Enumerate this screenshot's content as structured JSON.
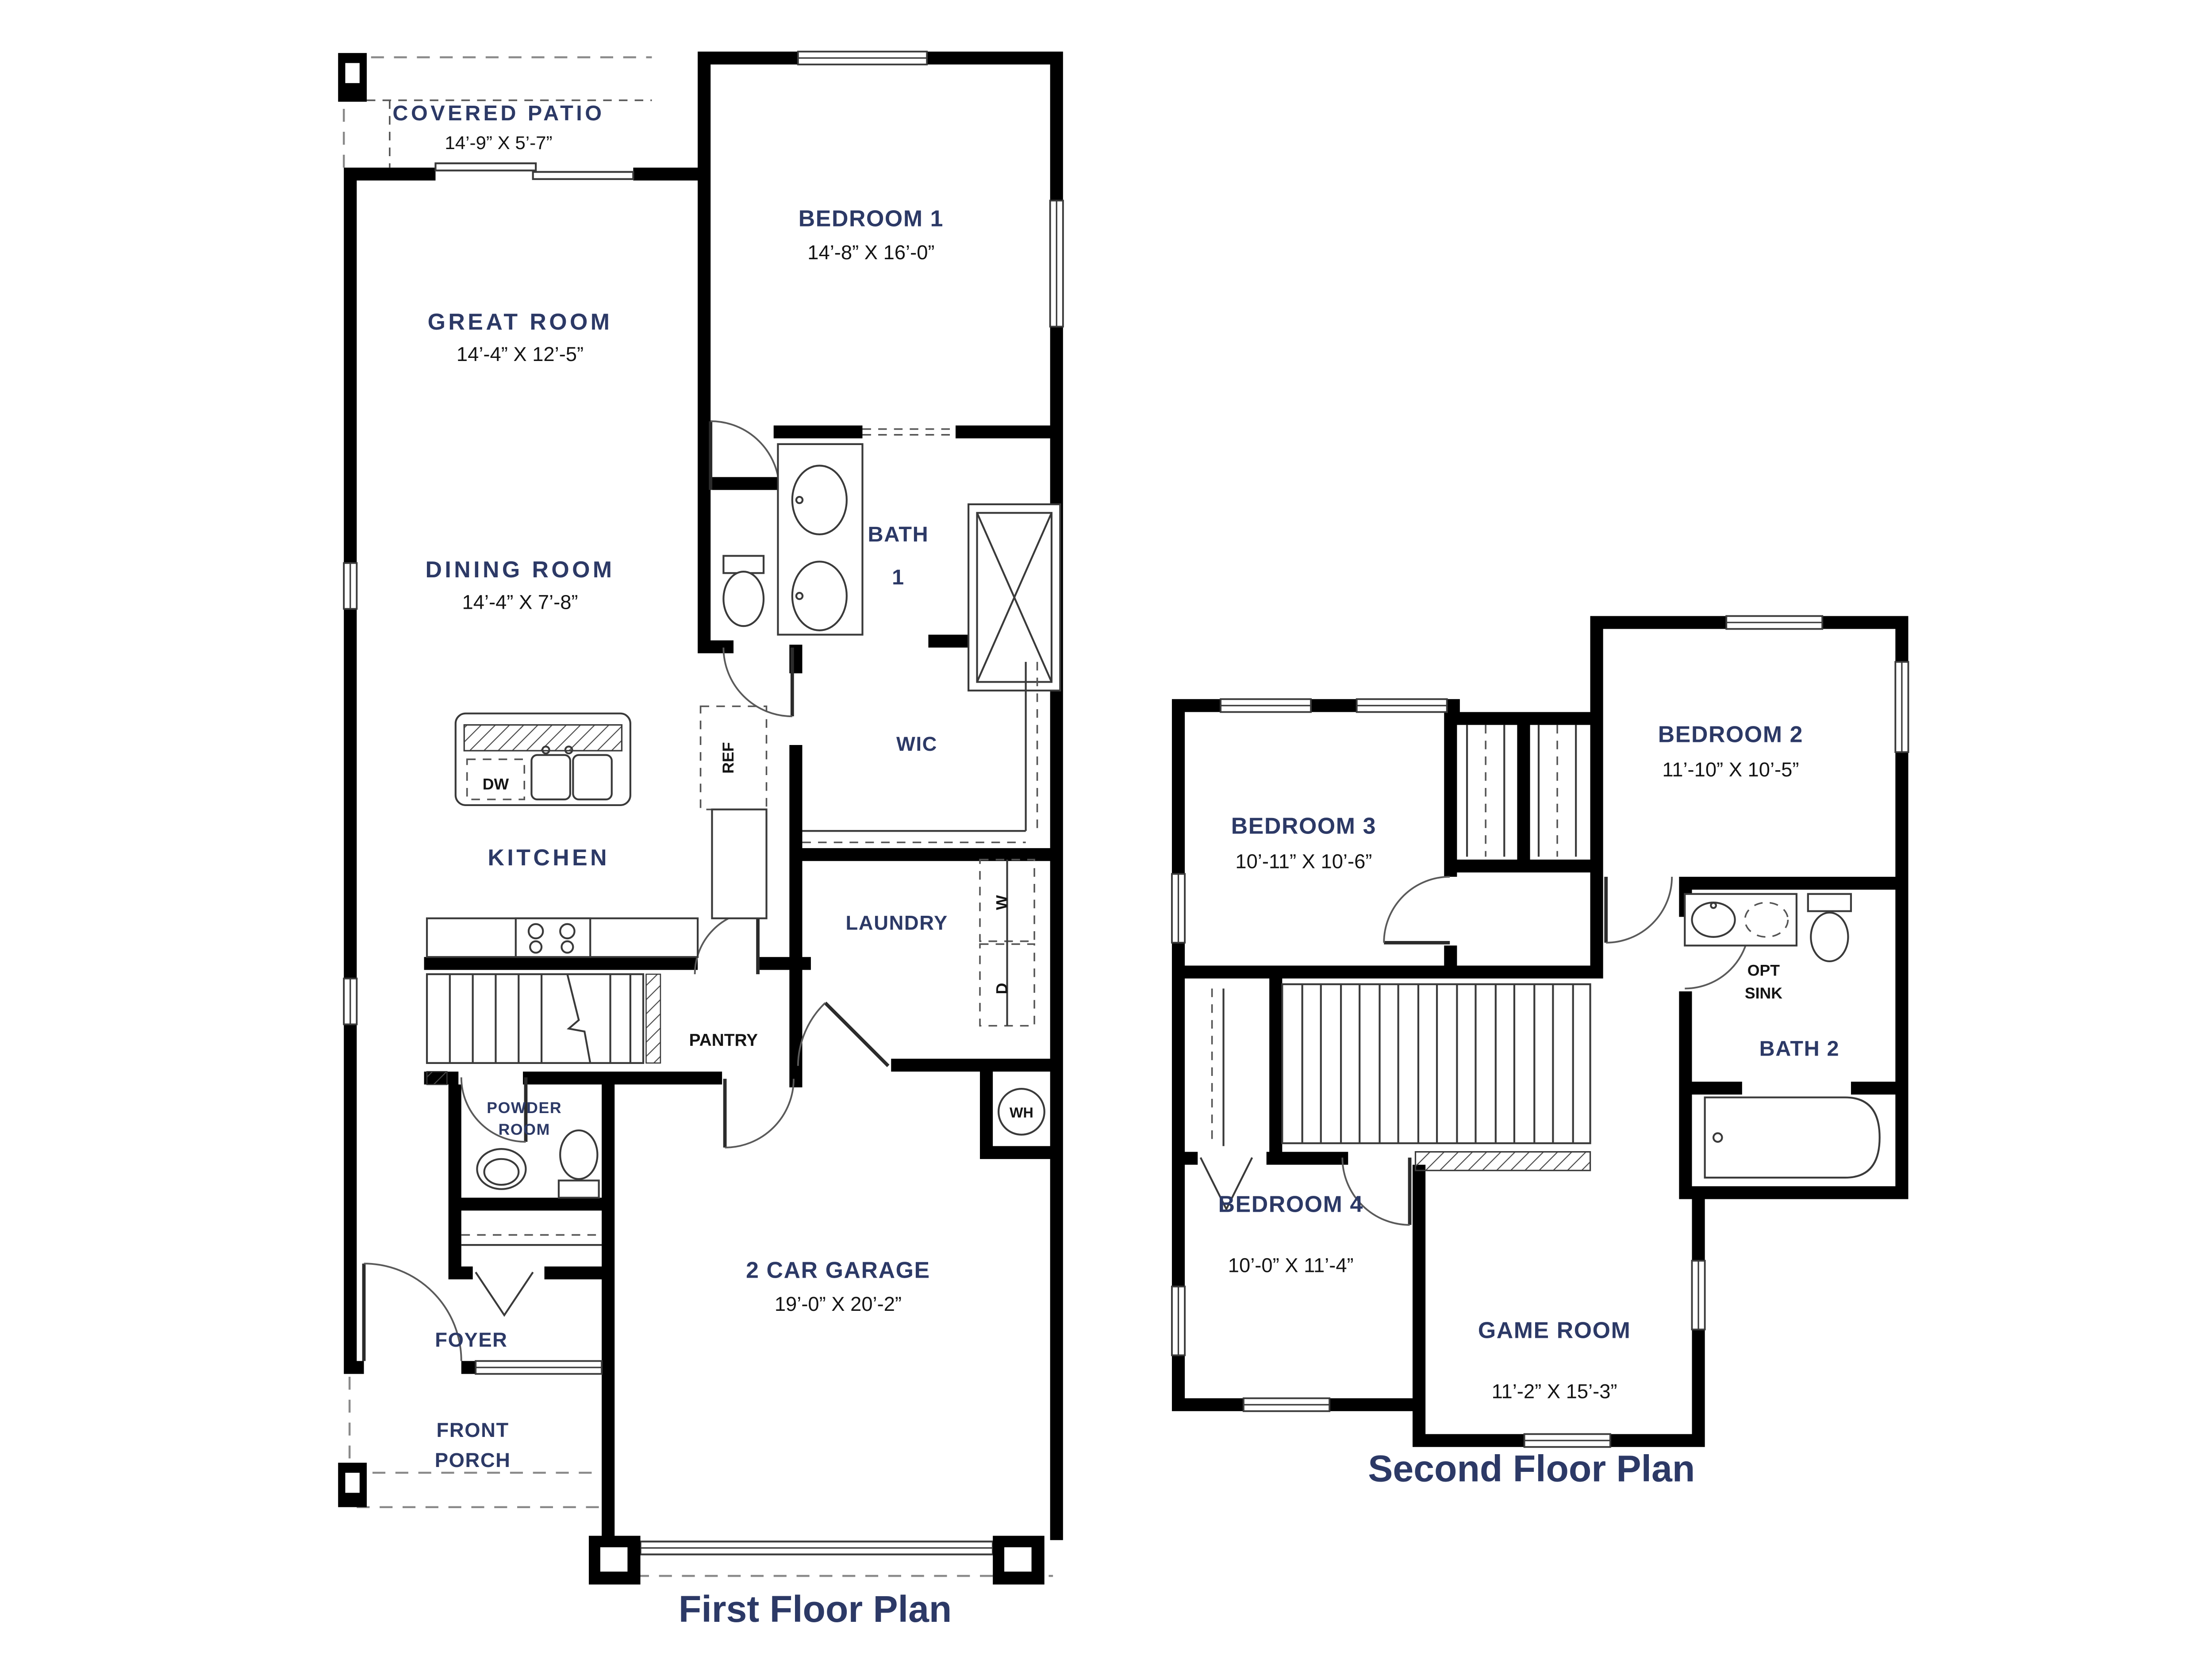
{
  "document": {
    "type": "residential floor plan"
  },
  "colors": {
    "label_navy": "#2c3966",
    "dims_black": "#141414",
    "wall_black": "#000000",
    "background": "#ffffff"
  },
  "first_floor": {
    "title": "First Floor Plan",
    "rooms": {
      "covered_patio": {
        "label": "COVERED PATIO",
        "dims": "14’-9” X 5’-7”"
      },
      "bedroom1": {
        "label": "BEDROOM 1",
        "dims": "14’-8” X 16’-0”"
      },
      "great_room": {
        "label": "GREAT ROOM",
        "dims": "14’-4” X 12’-5”"
      },
      "dining_room": {
        "label": "DINING ROOM",
        "dims": "14’-4” X 7’-8”"
      },
      "bath1": {
        "label": "BATH",
        "label2": "1"
      },
      "wic": {
        "label": "WIC"
      },
      "kitchen": {
        "label": "KITCHEN"
      },
      "laundry": {
        "label": "LAUNDRY"
      },
      "pantry": {
        "label": "PANTRY"
      },
      "powder": {
        "label": "POWDER",
        "label2": "ROOM"
      },
      "foyer": {
        "label": "FOYER"
      },
      "front_porch": {
        "label": "FRONT",
        "label2": "PORCH"
      },
      "garage": {
        "label": "2 CAR GARAGE",
        "dims": "19’-0” X 20’-2”"
      }
    },
    "appliances": {
      "dishwasher": "DW",
      "refrigerator": "REF",
      "washer": "W",
      "dryer": "D",
      "water_heater": "WH"
    }
  },
  "second_floor": {
    "title": "Second Floor Plan",
    "rooms": {
      "bedroom2": {
        "label": "BEDROOM 2",
        "dims": "11’-10” X 10’-5”"
      },
      "bedroom3": {
        "label": "BEDROOM 3",
        "dims": "10’-11” X 10’-6”"
      },
      "bedroom4": {
        "label": "BEDROOM 4",
        "dims": "10’-0” X 11’-4”"
      },
      "game_room": {
        "label": "GAME ROOM",
        "dims": "11’-2” X 15’-3”"
      },
      "bath2": {
        "label": "BATH 2"
      },
      "opt_sink": {
        "label": "OPT",
        "label2": "SINK"
      }
    }
  }
}
